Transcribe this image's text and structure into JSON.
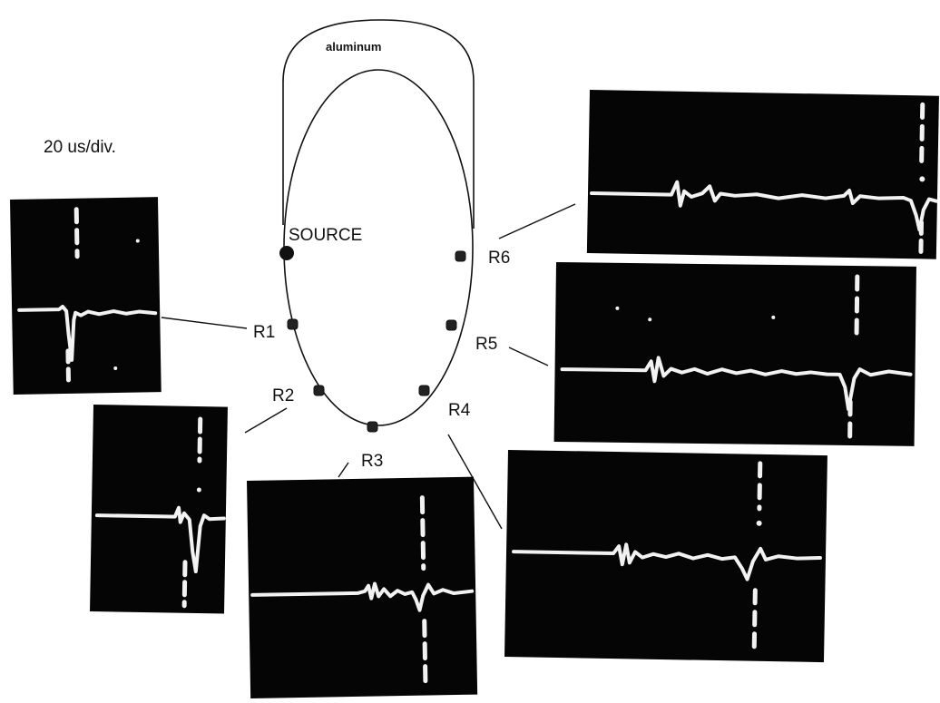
{
  "timebase": "20 us/div.",
  "material": "aluminum",
  "source": "SOURCE",
  "receivers": [
    "R1",
    "R2",
    "R3",
    "R4",
    "R5",
    "R6"
  ],
  "colors": {
    "screen": "#050505",
    "trace": "#f2f2f2",
    "ink": "#111111"
  }
}
